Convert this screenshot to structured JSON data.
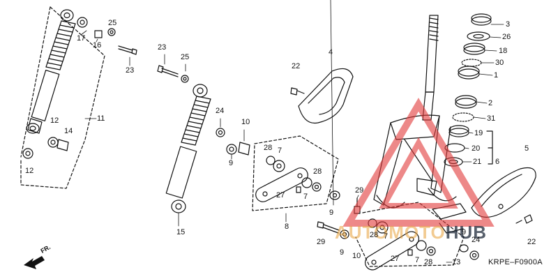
{
  "diagram": {
    "code": "KRPE–F0900A",
    "direction": "FR.",
    "watermark": {
      "part1": "AUTOMOTO",
      "part2": "HUB",
      "color1": "#e8a23a",
      "color2": "#1f2a3a",
      "logo_color": "#e23a3a"
    },
    "labels": {
      "l3": "3",
      "l26": "26",
      "l18": "18",
      "l30": "30",
      "l1": "1",
      "l2": "2",
      "l31": "31",
      "l19": "19",
      "l20": "20",
      "l21": "21",
      "l6": "6",
      "l5": "5",
      "l22a": "22",
      "l22b": "22",
      "l4": "4",
      "l25a": "25",
      "l17": "17",
      "l16": "16",
      "l23a": "23",
      "l11": "11",
      "l12a": "12",
      "l14": "14",
      "l12b": "12",
      "l23b": "23",
      "l25b": "25",
      "l24a": "24",
      "l10a": "10",
      "l9a": "9",
      "l28a": "28",
      "l7a": "7",
      "l28b": "28",
      "l27a": "27",
      "l7b": "7",
      "l15": "15",
      "l8": "8",
      "l29a": "29",
      "l9b": "9",
      "l29b": "29",
      "l9c": "9",
      "l10b": "10",
      "l28c": "28",
      "l7c": "7",
      "l9d": "9",
      "l24b": "24",
      "l27b": "27",
      "l7d": "7",
      "l28d": "28",
      "l13": "13"
    }
  }
}
